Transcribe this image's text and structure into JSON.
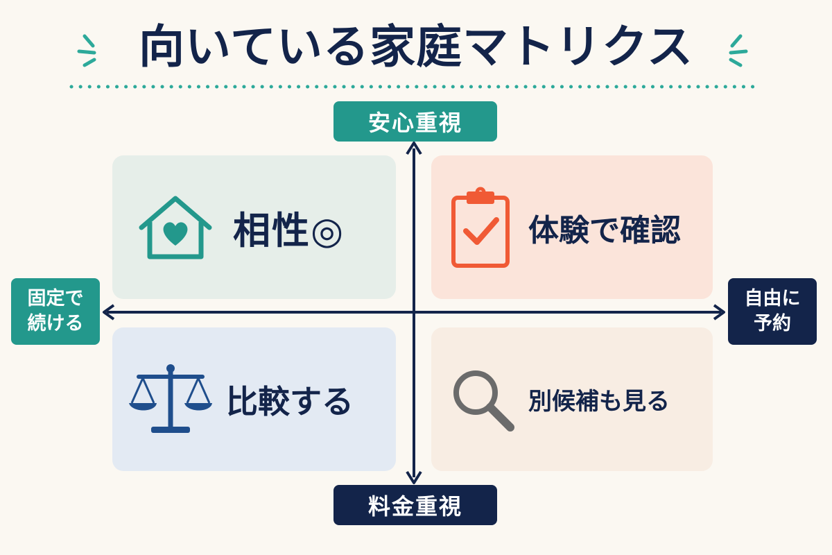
{
  "title": "向いている家庭マトリクス",
  "axes": {
    "top": "安心重視",
    "bottom": "料金重視",
    "left_line1": "固定で",
    "left_line2": "続ける",
    "right_line1": "自由に",
    "right_line2": "予約"
  },
  "quadrants": {
    "top_left": {
      "label": "相性◎",
      "icon": "house-heart-icon"
    },
    "top_right": {
      "label": "体験で確認",
      "icon": "clipboard-check-icon"
    },
    "bottom_left": {
      "label": "比較する",
      "icon": "scale-icon"
    },
    "bottom_right": {
      "label": "別候補も見る",
      "icon": "magnifier-icon"
    }
  },
  "colors": {
    "navy": "#13244A",
    "teal": "#23988C",
    "coral": "#F05A35",
    "gray": "#6B6B6B",
    "background": "#FBF8F2"
  }
}
